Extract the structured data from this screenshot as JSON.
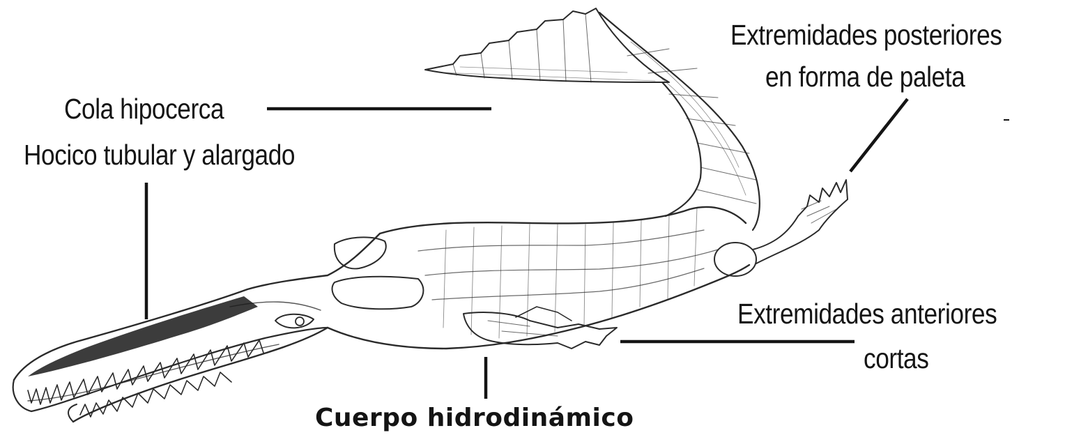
{
  "labels": {
    "tail": "Cola hipocerca",
    "snout": "Hocico tubular y alargado",
    "hind_limbs_line1": "Extremidades posteriores",
    "hind_limbs_line2": "en forma de paleta",
    "fore_limbs_line1": "Extremidades anteriores",
    "fore_limbs_line2": "cortas",
    "body": "Cuerpo hidrodinámico"
  },
  "colors": {
    "ink": "#141414",
    "sketch": "#2a2a2a",
    "background": "#ffffff"
  }
}
